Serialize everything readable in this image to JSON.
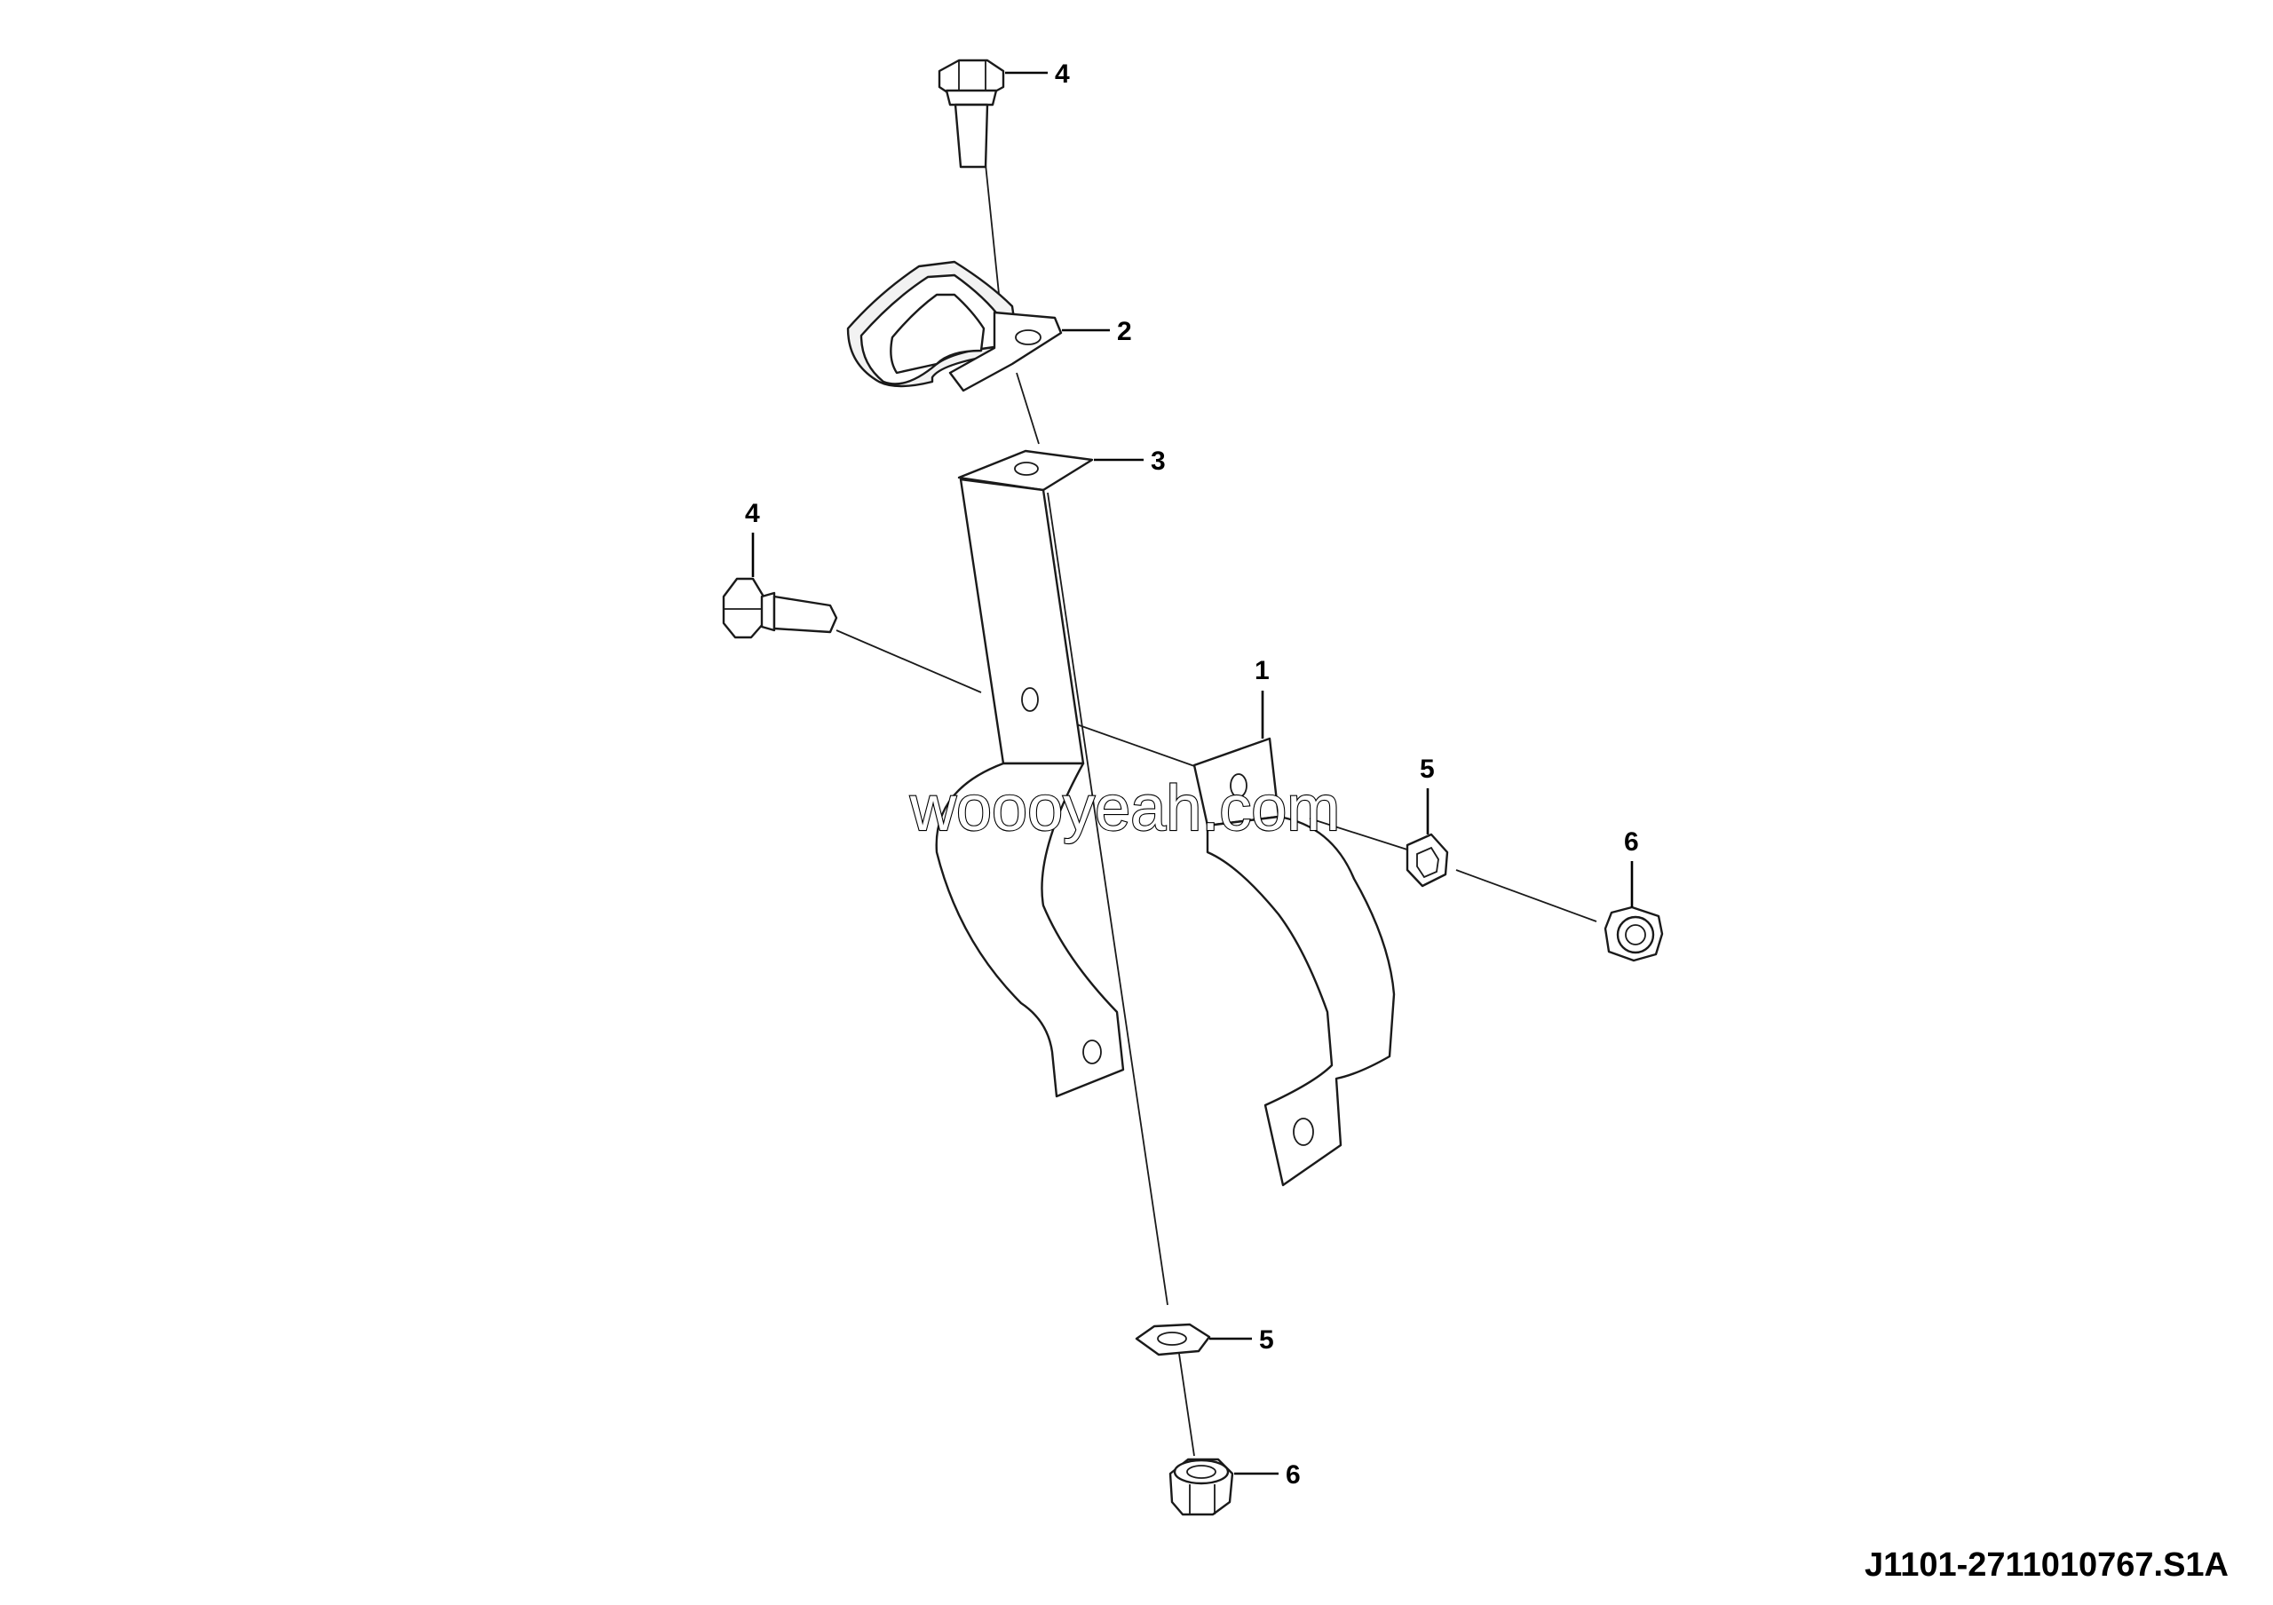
{
  "watermark": "woooyeah.com",
  "drawing_number": "J1101-2711010767.S1A",
  "callouts": {
    "bolt_top": "4",
    "clamp": "2",
    "bracket_upper": "3",
    "bolt_left": "4",
    "bracket_main": "1",
    "washer_right": "5",
    "nut_right": "6",
    "washer_bottom": "5",
    "nut_bottom": "6"
  }
}
